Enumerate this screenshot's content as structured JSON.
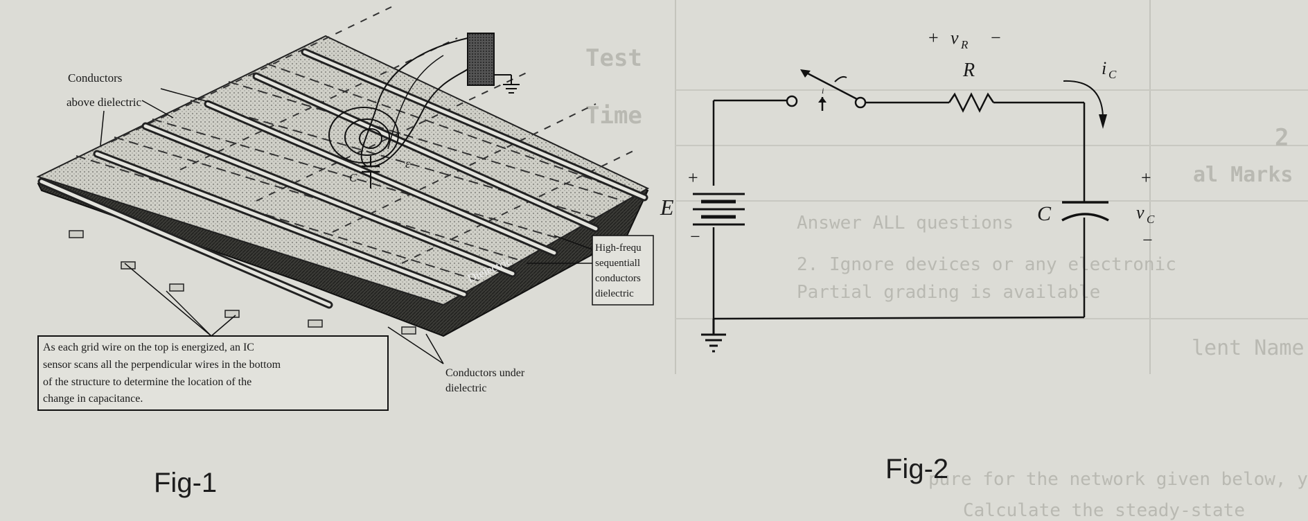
{
  "fig1": {
    "label_above": [
      "Conductors",
      "above dielectric"
    ],
    "label_below": [
      "Conductors under",
      "dielectric"
    ],
    "label_dielectric": "Dielectric",
    "label_cap": "C",
    "label_field": "ε",
    "side_box": [
      "High-frequ",
      "sequentiall",
      "conductors",
      "dielectric"
    ],
    "bottom_box": [
      "As each grid wire on the top is energized, an IC",
      "sensor scans all the perpendicular wires in the bottom",
      "of the structure to determine the location of the",
      "change in capacitance."
    ],
    "caption": "Fig-1"
  },
  "fig2": {
    "vr_plus": "+",
    "vr_label": "v",
    "vr_sub": "R",
    "vr_minus": "−",
    "r_label": "R",
    "ic_label": "i",
    "ic_sub": "C",
    "e_label": "E",
    "batt_plus": "+",
    "batt_minus": "−",
    "c_label": "C",
    "vc_plus": "+",
    "vc_label": "v",
    "vc_sub": "C",
    "vc_minus": "−",
    "switch_current": "i",
    "caption": "Fig-2"
  },
  "background_text": {
    "test": "Test",
    "time": "Time",
    "num": "2",
    "marks": "al Marks",
    "name": "lent Name",
    "line1": "Answer ALL questions",
    "line2": "2. Ignore devices or any electronic",
    "line3": "Partial grading is available",
    "bottom1": "pure for the network given below, you need to choose a value of R.",
    "bottom2": "Calculate the steady-state"
  }
}
